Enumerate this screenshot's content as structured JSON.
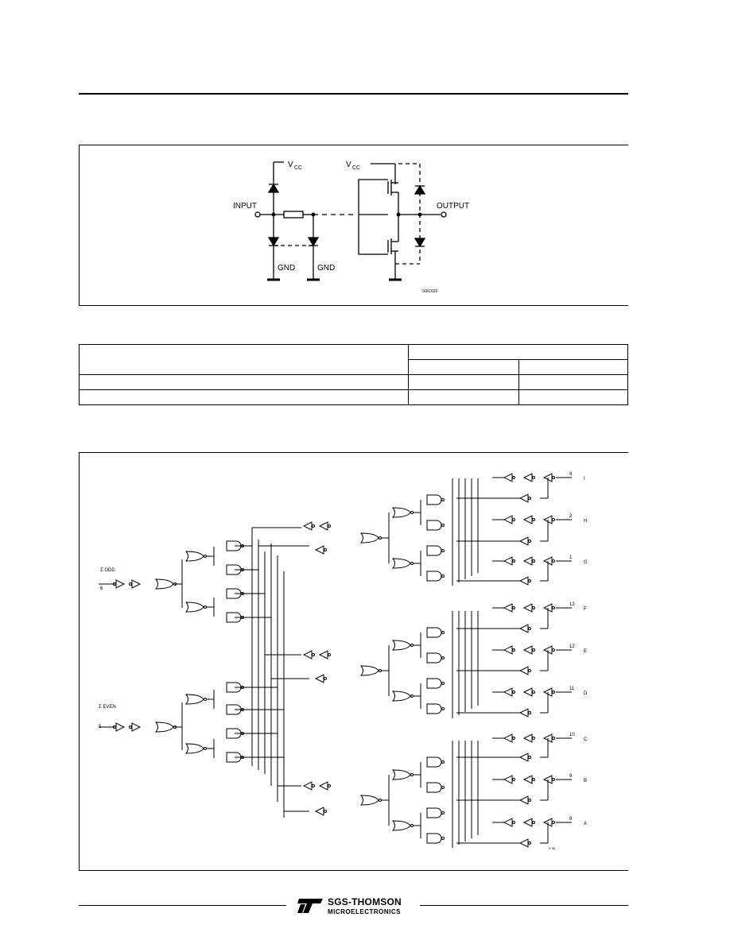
{
  "io_circuit": {
    "vcc_left": "V",
    "vcc_left_sub": "CC",
    "vcc_right": "V",
    "vcc_right_sub": "CC",
    "input_label": "INPUT",
    "output_label": "OUTPUT",
    "gnd_left": "GND",
    "gnd_right": "GND",
    "figure_code": "S0IC020"
  },
  "logic_diagram": {
    "input_odd_label": "Σ ODD",
    "input_odd_pin": "6",
    "input_even_label": "Σ EVEN",
    "input_even_pin": "5",
    "outputs": [
      {
        "pin": "4",
        "name": "I"
      },
      {
        "pin": "2",
        "name": "H"
      },
      {
        "pin": "1",
        "name": "G"
      },
      {
        "pin": "13",
        "name": "F"
      },
      {
        "pin": "12",
        "name": "E"
      },
      {
        "pin": "11",
        "name": "D"
      },
      {
        "pin": "10",
        "name": "C"
      },
      {
        "pin": "9",
        "name": "B"
      },
      {
        "pin": "8",
        "name": "A"
      }
    ],
    "figure_code": "S IM"
  },
  "footer": {
    "brand_name": "SGS-THOMSON",
    "brand_sub": "MICROELECTRONICS"
  }
}
